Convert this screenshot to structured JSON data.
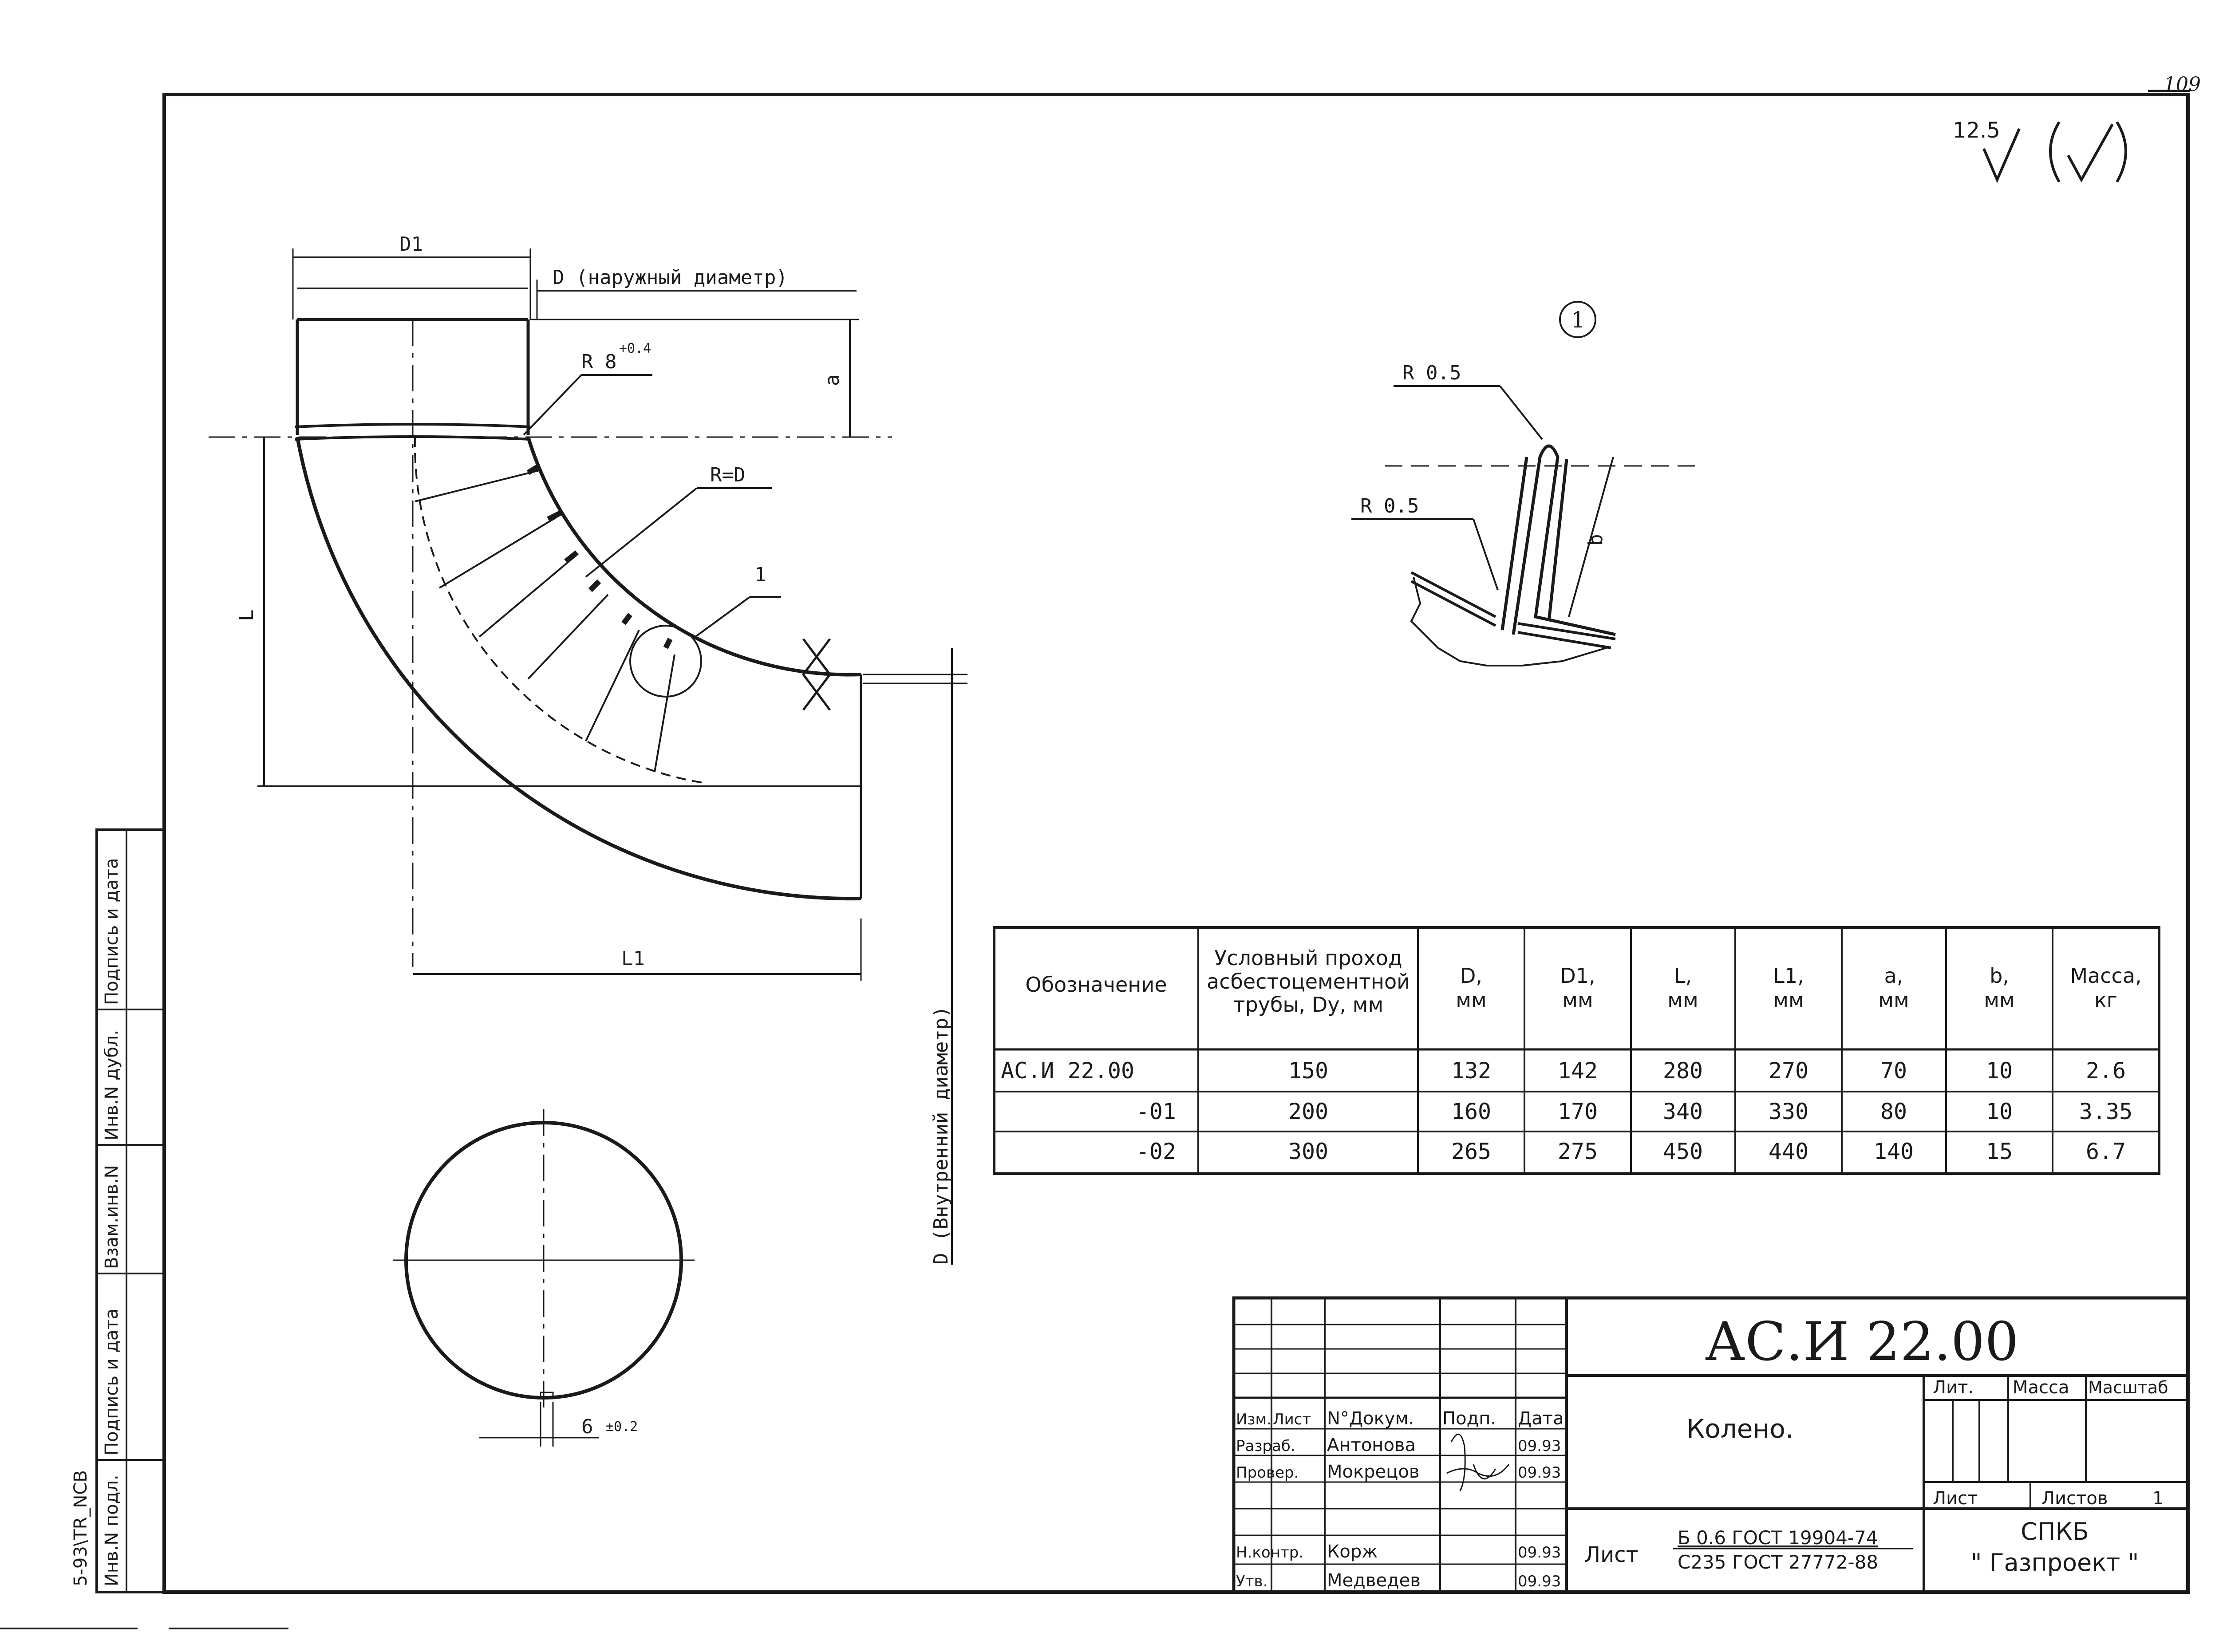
{
  "page_number": "109",
  "roughness": {
    "value": "12.5"
  },
  "drawing_labels": {
    "d1": "D1",
    "d_outer": "D (наружный диаметр)",
    "r8": "R 8",
    "r8_tol": "+0.4",
    "a": "a",
    "r_eq_d": "R=D",
    "callout": "1",
    "l": "L",
    "l1": "L1",
    "d_inner": "D (Внутренний диаметр)",
    "gap": "6",
    "gap_tol": "±0.2"
  },
  "detail": {
    "number": "1",
    "r_top": "R 0.5",
    "r_bottom": "R 0.5",
    "b": "b"
  },
  "table": {
    "headers": {
      "designation": "Обозначение",
      "dn_line1": "Условный проход",
      "dn_line2": "асбестоцементной",
      "dn_line3": "трубы, Dy, мм",
      "d_l1": "D,",
      "d_l2": "мм",
      "d1_l1": "D1,",
      "d1_l2": "мм",
      "l_l1": "L,",
      "l_l2": "мм",
      "l1_l1": "L1,",
      "l1_l2": "мм",
      "a_l1": "a,",
      "a_l2": "мм",
      "b_l1": "b,",
      "b_l2": "мм",
      "m_l1": "Масса,",
      "m_l2": "кг"
    },
    "rows": [
      {
        "designation": "АС.И 22.00",
        "dn": "150",
        "d": "132",
        "d1": "142",
        "l": "280",
        "l1": "270",
        "a": "70",
        "b": "10",
        "mass": "2.6"
      },
      {
        "designation": "-01",
        "dn": "200",
        "d": "160",
        "d1": "170",
        "l": "340",
        "l1": "330",
        "a": "80",
        "b": "10",
        "mass": "3.35"
      },
      {
        "designation": "-02",
        "dn": "300",
        "d": "265",
        "d1": "275",
        "l": "450",
        "l1": "440",
        "a": "140",
        "b": "15",
        "mass": "6.7"
      }
    ]
  },
  "title_block": {
    "code": "АС.И 22.00",
    "name": "Колено.",
    "col_izm": "Изм.",
    "col_list": "Лист",
    "col_doc": "N°Докум.",
    "col_podp": "Подп.",
    "col_date": "Дата",
    "razrab_label": "Разраб.",
    "razrab_name": "Антонова",
    "razrab_date": "09.93",
    "prover_label": "Провер.",
    "prover_name": "Мокрецов",
    "prover_date": "09.93",
    "nkontr_label": "Н.контр.",
    "nkontr_name": "Корж",
    "nkontr_date": "09.93",
    "utv_label": "Утв.",
    "utv_name": "Медведев",
    "utv_date": "09.93",
    "lit": "Лит.",
    "massa": "Масса",
    "masshtab": "Масштаб",
    "list_label": "Лист",
    "listov_label": "Листов",
    "listov_value": "1",
    "material_label": "Лист",
    "material_line1": "Б 0.6 ГОСТ 19904-74",
    "material_line2": "С235 ГОСТ 27772-88",
    "org_line1": "СПКБ",
    "org_line2": "\" Газпроект \""
  },
  "side_stamp": {
    "f1": "Подпись и дата",
    "f2": "Инв.N дубл.",
    "f3": "Взам.инв.N",
    "f4": "Подпись и дата",
    "f5": "Инв.N подл."
  },
  "archive_code": "5-93\\TR_NCB"
}
